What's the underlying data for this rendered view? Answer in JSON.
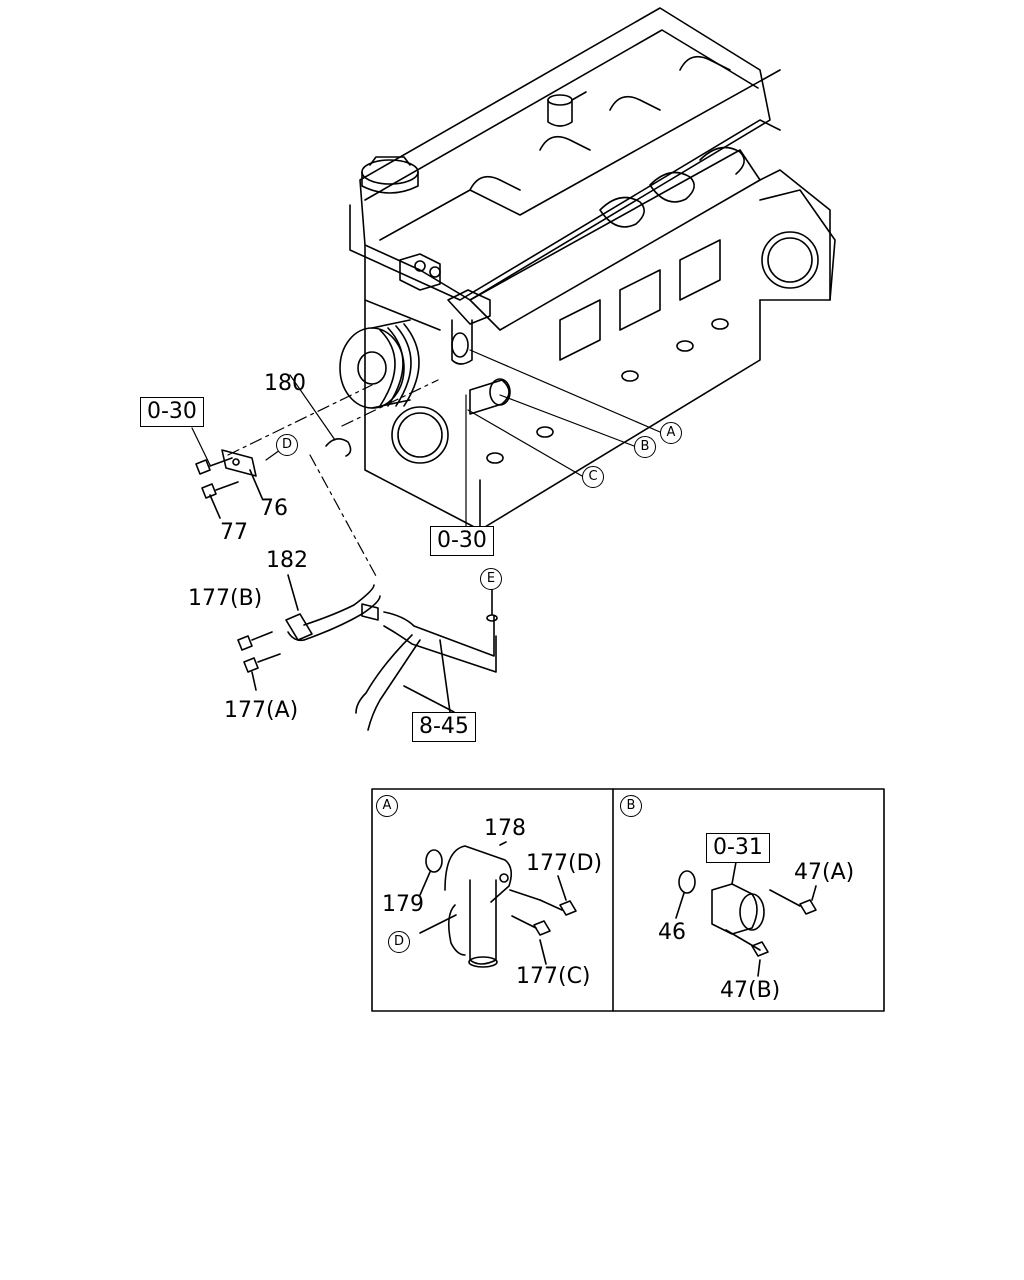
{
  "refs": {
    "ref_0_30_left": "0-30",
    "ref_0_30_center": "0-30",
    "ref_8_45": "8-45",
    "ref_0_31": "0-31"
  },
  "parts": {
    "p180": "180",
    "p76": "76",
    "p77": "77",
    "p182": "182",
    "p177b": "177(B)",
    "p177a": "177(A)",
    "p178": "178",
    "p177d": "177(D)",
    "p179": "179",
    "p177c": "177(C)",
    "p46": "46",
    "p47a": "47(A)",
    "p47b": "47(B)"
  },
  "callouts": {
    "A": "A",
    "B": "B",
    "C": "C",
    "D": "D",
    "E": "E",
    "inset_A": "A",
    "inset_B": "B",
    "inset_D": "D"
  }
}
